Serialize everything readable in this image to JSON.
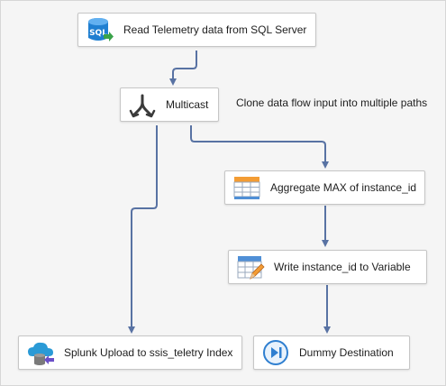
{
  "canvas": {
    "annotation": "Clone data flow input into multiple paths"
  },
  "components": {
    "source": {
      "label": "Read Telemetry data from SQL Server",
      "icon": "sql-server-source-icon",
      "icon_text": "SQL"
    },
    "multicast": {
      "label": "Multicast",
      "icon": "multicast-icon"
    },
    "aggregate": {
      "label": "Aggregate MAX of instance_id",
      "icon": "aggregate-icon"
    },
    "write_variable": {
      "label": "Write instance_id to Variable",
      "icon": "script-component-icon"
    },
    "splunk": {
      "label": "Splunk Upload to ssis_teletry Index",
      "icon": "splunk-destination-icon"
    },
    "dummy": {
      "label": "Dummy Destination",
      "icon": "dummy-destination-icon"
    }
  },
  "colors": {
    "connector": "#5872a3",
    "canvas": "#f5f5f5",
    "box_border": "#c6c6c6",
    "sql_blue": "#1f7fd1",
    "sql_green": "#3aa34a",
    "table_orange": "#f39c34",
    "table_blue": "#4f8fd6",
    "splunk_blue": "#2a9ad6",
    "dummy_blue": "#2f7fd0"
  }
}
